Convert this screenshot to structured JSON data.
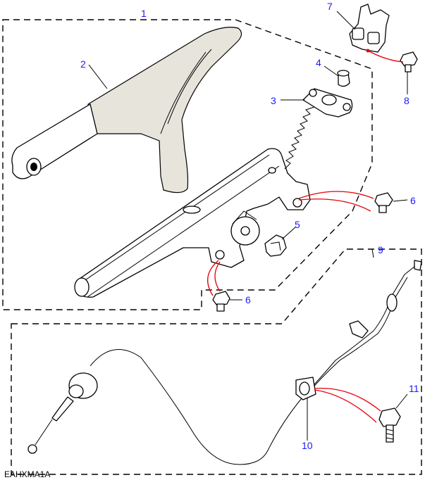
{
  "diagram": {
    "reference": "EAHXMA1A",
    "callouts": [
      {
        "id": "1",
        "label": "1"
      },
      {
        "id": "2",
        "label": "2"
      },
      {
        "id": "3",
        "label": "3"
      },
      {
        "id": "4",
        "label": "4"
      },
      {
        "id": "5",
        "label": "5"
      },
      {
        "id": "6a",
        "label": "6"
      },
      {
        "id": "6b",
        "label": "6"
      },
      {
        "id": "7",
        "label": "7"
      },
      {
        "id": "8",
        "label": "8"
      },
      {
        "id": "9",
        "label": "9"
      },
      {
        "id": "10",
        "label": "10"
      },
      {
        "id": "11",
        "label": "11"
      }
    ],
    "colors": {
      "callout": "#1a1aff",
      "leader_accent": "#e8000b",
      "outline": "#000000"
    }
  }
}
